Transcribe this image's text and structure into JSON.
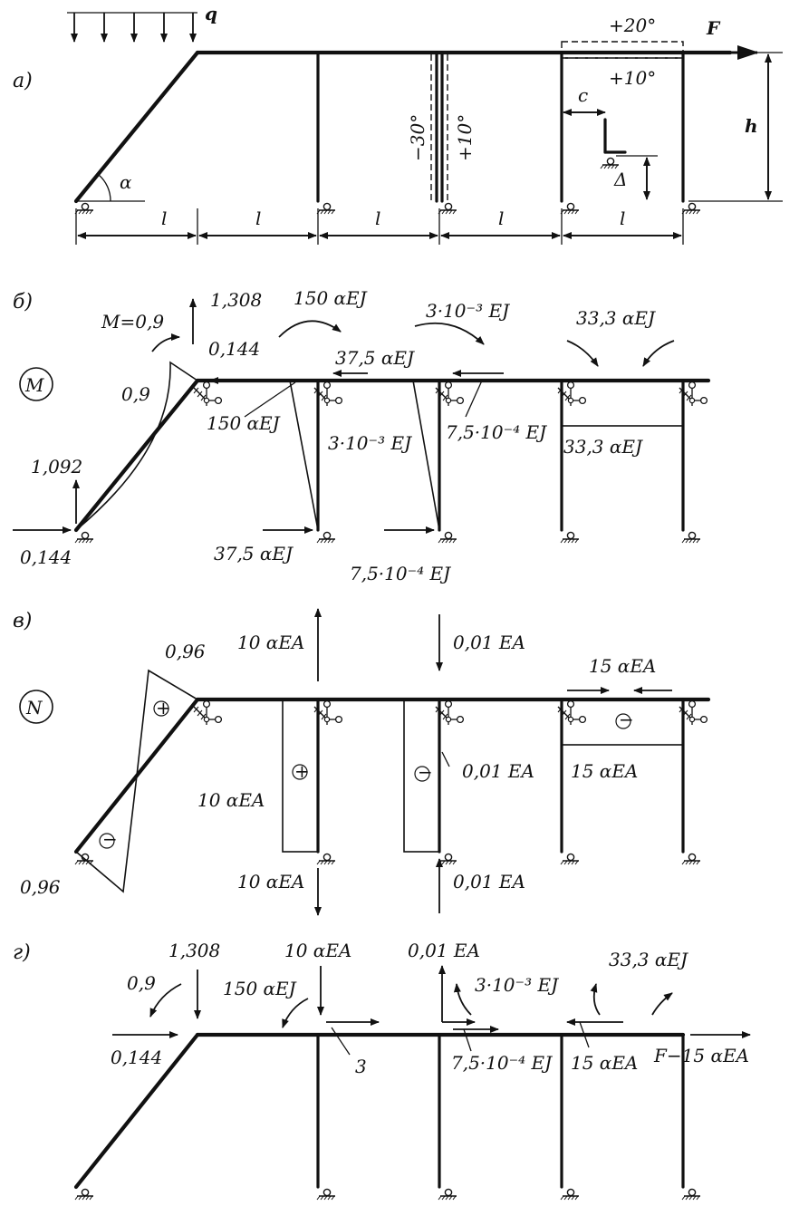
{
  "panels": {
    "a": "а)",
    "b": "б)",
    "v": "в)",
    "g": "г)"
  },
  "panel_a": {
    "q": "q",
    "F": "F",
    "alpha": "α",
    "h": "h",
    "c": "c",
    "delta": "Δ",
    "span": [
      "l",
      "l",
      "l",
      "l",
      "l"
    ],
    "temp_top": "+20°",
    "temp_inner": "+10°",
    "temp_left": "−30°",
    "temp_right": "+10°"
  },
  "panel_b": {
    "circle": "M",
    "M_label": "M=0,9",
    "r1308": "1,308",
    "r0144_top": "0,144",
    "r09": "0,9",
    "r1092": "1,092",
    "r0144_bot": "0,144",
    "m150_top": "150 αEJ",
    "m3e3_top": "3·10⁻³ EJ",
    "h375_top": "37,5 αEJ",
    "m150_col": "150 αEJ",
    "m3e3_col": "3·10⁻³ EJ",
    "m75e4_col": "7,5·10⁻⁴ EJ",
    "m333_top": "33,3 αEJ",
    "m333_bot": "33,3 αEJ",
    "h375_bot": "37,5 αEJ",
    "h75e4_bot": "7,5·10⁻⁴ EJ"
  },
  "panel_v": {
    "circle": "N",
    "n096_top": "0,96",
    "n096_bot": "0,96",
    "n10_top": "10 αEA",
    "n10_left": "10 αEA",
    "n10_bot": "10 αEA",
    "n001_top": "0,01 EA",
    "n001_mid": "0,01 EA",
    "n001_bot": "0,01 EA",
    "n15_top": "15 αEA",
    "n15_bot": "15 αEA",
    "plus": "+",
    "minus": "−"
  },
  "panel_g": {
    "r1308": "1,308",
    "r09": "0,9",
    "r0144": "0,144",
    "r150": "150 αEJ",
    "r10": "10 αEA",
    "r3": "3",
    "r001": "0,01 EA",
    "r3e3": "3·10⁻³ EJ",
    "r75e4": "7,5·10⁻⁴ EJ",
    "r333": "33,3 αEJ",
    "r15": "15 αEA",
    "rF": "F−15 αEA"
  }
}
